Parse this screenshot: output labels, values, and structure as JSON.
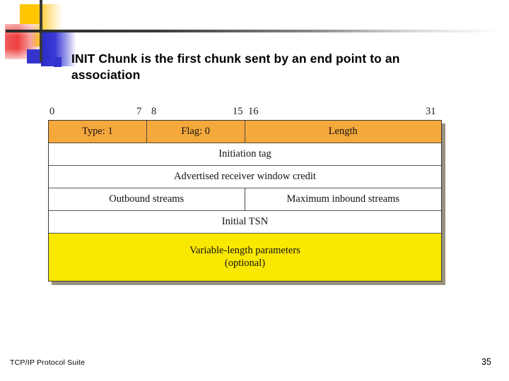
{
  "slide": {
    "title": "INIT Chunk is the first chunk sent by an end point to an association",
    "bullet_color": "#3434CC"
  },
  "figure": {
    "bit_ruler": [
      "0",
      "7",
      "8",
      "15",
      "16",
      "31"
    ],
    "header_row": {
      "fill": "#F5A83C",
      "cells": [
        "Type: 1",
        "Flag: 0",
        "Length"
      ]
    },
    "rows": [
      {
        "cells": [
          "Initiation tag"
        ],
        "fill": "#FFFFFF"
      },
      {
        "cells": [
          "Advertised receiver window credit"
        ],
        "fill": "#FFFFFF"
      },
      {
        "cells": [
          "Outbound streams",
          "Maximum inbound streams"
        ],
        "fill": "#FFFFFF"
      },
      {
        "cells": [
          "Initial TSN"
        ],
        "fill": "#FFFFFF"
      }
    ],
    "optional_row": {
      "fill": "#FAE800",
      "line1": "Variable-length parameters",
      "line2": "(optional)"
    }
  },
  "footer": {
    "left": "TCP/IP Protocol Suite",
    "page_number": "35"
  }
}
